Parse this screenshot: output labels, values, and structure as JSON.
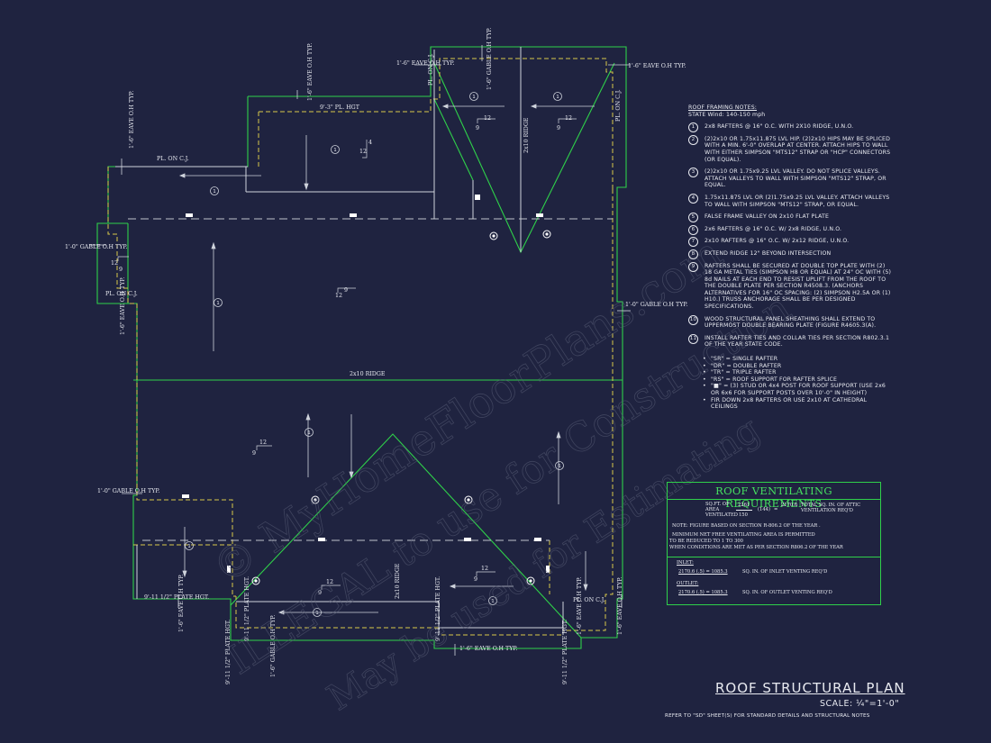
{
  "plan_labels": {
    "eave_oh_typ": "1'-6\" EAVE O.H TYP.",
    "gable_oh_typ": "1'-0\" GABLE O.H TYP.",
    "pl_on_cj": "PL. ON C.J.",
    "pl_hgt_9_3": "9'-3\" PL. HGT",
    "plate_hgt": "9'-11 1/2\" PLATE HGT.",
    "plate_hgt_v": "9'-11 1/2\" PLATE HGT.",
    "ridge_2x10": "2x10 RIDGE",
    "ridge_v": "2x10 RIDGE",
    "gable_v": "1'-6\" GABLE O.H TYP.",
    "eave_v": "1'-6\" EAVE O.H TYP.",
    "pitch_12": "12",
    "pitch_9": "9",
    "pitch_4": "4",
    "rafter_tag": "1"
  },
  "notes": {
    "header": "ROOF FRAMING NOTES:",
    "state": "STATE Wind: 140-150 mph",
    "items": [
      {
        "num": "1",
        "text": "2x8 RAFTERS @ 16\" O.C. WITH 2X10 RIDGE, U.N.O."
      },
      {
        "num": "2",
        "text": "(2)2x10 OR 1.75x11.875 LVL HIP. (2)2x10 HIPS MAY BE SPLICED WITH A MIN. 6'-0\" OVERLAP AT CENTER. ATTACH HIPS TO WALL WITH EITHER SIMPSON \"MTS12\" STRAP OR \"HCP\" CONNECTORS (OR EQUAL)."
      },
      {
        "num": "3",
        "text": "(2)2x10 OR 1.75x9.25 LVL VALLEY. DO NOT SPLICE VALLEYS. ATTACH VALLEYS TO WALL WITH SIMPSON \"MTS12\" STRAP, OR EQUAL."
      },
      {
        "num": "4",
        "text": "1.75x11.875 LVL OR (2)1.75x9.25 LVL VALLEY. ATTACH VALLEYS TO WALL WITH SIMPSON \"MTS12\" STRAP, OR EQUAL."
      },
      {
        "num": "5",
        "text": "FALSE FRAME VALLEY ON 2x10 FLAT PLATE"
      },
      {
        "num": "6",
        "text": "2x6 RAFTERS @ 16\" O.C. W/ 2x8 RIDGE, U.N.O."
      },
      {
        "num": "7",
        "text": "2x10 RAFTERS @ 16\" O.C. W/ 2x12 RIDGE, U.N.O."
      },
      {
        "num": "8",
        "text": "EXTEND RIDGE 12\" BEYOND INTERSECTION"
      },
      {
        "num": "9",
        "text": "RAFTERS SHALL BE SECURED AT DOUBLE TOP PLATE WITH (2) 18 GA METAL TIES (SIMPSON H8 OR EQUAL) AT 24\" OC WITH (5) 8d NAILS AT EACH END TO RESIST UPLIFT FROM THE ROOF TO THE DOUBLE PLATE PER SECTION R4508.3. (ANCHORS ALTERNATIVES FOR 16\" OC SPACING: (2) SIMPSON H2.5A OR (1) H10.) TRUSS ANCHORAGE SHALL BE PER DESIGNED SPECIFICATIONS."
      },
      {
        "num": "10",
        "text": "WOOD STRUCTURAL PANEL SHEATHING SHALL EXTEND TO UPPERMOST DOUBLE BEARING PLATE (FIGURE R4605.3(A)."
      },
      {
        "num": "11",
        "text": "INSTALL RAFTER TIES AND COLLAR TIES PER SECTION R802.3.1 OF THE YEAR STATE CODE."
      }
    ],
    "bullets": [
      "\"SR\" = SINGLE RAFTER",
      "\"DR\" = DOUBLE RAFTER",
      "\"TR\" = TRIPLE RAFTER",
      "\"RS\" = ROOF SUPPORT FOR RAFTER SPLICE",
      "\"■\" = (3) STUD OR 4x4 POST FOR ROOF SUPPORT (USE 2x6 OR 6x6 FOR SUPPORT POSTS OVER 10'-0\" IN HEIGHT)",
      "FIR DOWN 2x8 RAFTERS OR USE 2x10 AT CATHEDRAL CEILINGS"
    ]
  },
  "ventilation": {
    "title": "ROOF VENTILATING REQUIREMENTS",
    "sqft_label": "SQ.FT. OF AREA VENTILATED",
    "area": "2261",
    "divisor": "150",
    "multiplier": "(144)",
    "equals": "=",
    "total": "2170.6",
    "total_label": "TOTAL SQ. IN. OF ATTIC VENTILATION REQ'D",
    "note1": "NOTE: FIGURE BASED ON SECTION R-806.2 OF THE YEAR .",
    "note2": "MINIMUM NET FREE VENTILATING AREA IS PERMITTED",
    "note3": "TO BE REDUCED TO 1 TO 300",
    "note4": "WHEN CONDITIONS ARE MET AS PER SECTION R806.2 OF THE YEAR",
    "inlet_label": "INLET:",
    "inlet_calc": "2170.6  (.5)  =  1085.3",
    "inlet_text": "SQ. IN. OF INLET VENTING REQ'D",
    "outlet_label": "OUTLET:",
    "outlet_calc": "2170.6  (.5)  =  1085.3",
    "outlet_text": "SQ. IN. OF OUTLET VENTING REQ'D"
  },
  "title_block": {
    "title": "ROOF STRUCTURAL PLAN",
    "scale": "SCALE: ¼\"=1'-0\"",
    "refer": "REFER TO \"SD\" SHEET(S) FOR STANDARD DETAILS AND STRUCTURAL NOTES"
  },
  "watermark": {
    "line1": "© MyHomeFloorPlans.com",
    "line2": "ILLEGAL to use for Construction",
    "line3": "May be used for Estimating"
  },
  "colors": {
    "background": "#1f2340",
    "green": "#2fd04a",
    "yellow_dash": "#d8c84a",
    "line": "#cfd3dc"
  }
}
